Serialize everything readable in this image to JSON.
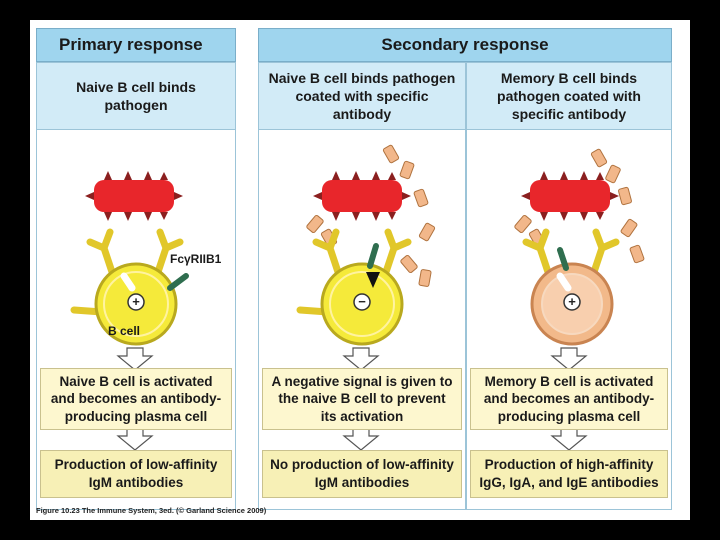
{
  "headers": {
    "primary": "Primary response",
    "secondary": "Secondary response"
  },
  "columns": [
    {
      "subheader": "Naive B cell binds pathogen",
      "outcome": "Naive B cell is activated and becomes an antibody-producing plasma cell",
      "result": "Production of low-affinity IgM antibodies",
      "cell_sign": "+"
    },
    {
      "subheader": "Naive B cell binds pathogen coated with specific antibody",
      "outcome": "A negative signal is given to the naive B cell to prevent its activation",
      "result": "No production of low-affinity IgM antibodies",
      "cell_sign": "−"
    },
    {
      "subheader": "Memory B cell binds pathogen coated with specific antibody",
      "outcome": "Memory B cell is activated and becomes an antibody-producing plasma cell",
      "result": "Production of high-affinity IgG, IgA, and IgE antibodies",
      "cell_sign": "+"
    }
  ],
  "labels": {
    "receptor": "FcγRIIB1",
    "b_cell": "B cell"
  },
  "caption": "Figure 10.23 The Immune System, 3ed. (© Garland Science 2009)",
  "colors": {
    "header_blue": "#9fd5ee",
    "subheader_blue": "#d2ebf7",
    "pathogen_red": "#e8262b",
    "naive_cell_yellow": "#f5ea3a",
    "memory_cell_orange": "#f2b98a",
    "antibody_orange": "#f2b78a",
    "receptor_green": "#2f6e4f"
  }
}
